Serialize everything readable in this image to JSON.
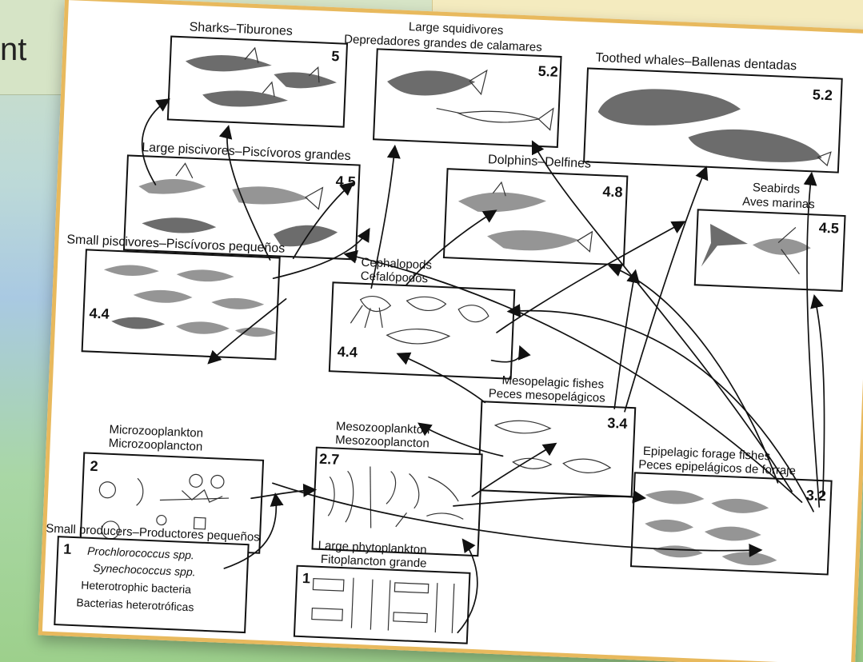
{
  "slide": {
    "title_fragment": "nt"
  },
  "food_web": {
    "nodes": {
      "sharks": {
        "title": "Sharks–Tiburones",
        "level": "5",
        "icon": "shark-illustration"
      },
      "large_squidivores": {
        "title_line_1": "Large squidivores",
        "title_line_2": "Depredadores grandes de calamares",
        "level": "5.2",
        "icon": "tuna-and-swordfish-illustration"
      },
      "toothed_whales": {
        "title": "Toothed whales–Ballenas dentadas",
        "level": "5.2",
        "icon": "whale-illustration"
      },
      "large_piscivores": {
        "title": "Large piscivores–Piscívoros grandes",
        "level": "4.5",
        "icon": "large-fish-illustration"
      },
      "dolphins": {
        "title": "Dolphins–Delfines",
        "level": "4.8",
        "icon": "dolphin-illustration"
      },
      "seabirds": {
        "title_line_1": "Seabirds",
        "title_line_2": "Aves marinas",
        "level": "4.5",
        "icon": "seabird-illustration"
      },
      "small_piscivores": {
        "title": "Small piscivores–Piscívoros pequeños",
        "level": "4.4",
        "icon": "small-fish-illustration"
      },
      "cephalopods": {
        "title_line_1": "Cephalopods",
        "title_line_2": "Cefalópodos",
        "level": "4.4",
        "icon": "cephalopod-illustration"
      },
      "mesopelagic_fishes": {
        "title_line_1": "Mesopelagic fishes",
        "title_line_2": "Peces mesopelágicos",
        "level": "3.4",
        "icon": "mesopelagic-fish-illustration"
      },
      "microzooplankton": {
        "title_line_1": "Microzooplankton",
        "title_line_2": "Microzooplancton",
        "level": "2",
        "icon": "microzooplankton-illustration"
      },
      "mesozooplankton": {
        "title_line_1": "Mesozooplankton",
        "title_line_2": "Mesozooplancton",
        "level": "2.7",
        "icon": "mesozooplankton-illustration"
      },
      "epipelagic_forage_fishes": {
        "title_line_1": "Epipelagic forage fishes",
        "title_line_2": "Peces epipelágicos de forraje",
        "level": "3.2",
        "icon": "forage-fish-illustration"
      },
      "small_producers": {
        "title": "Small producers–Productores pequeños",
        "level": "1",
        "line_1": "Prochlorococcus spp.",
        "line_2": "Synechococcus spp.",
        "line_3": "Heterotrophic bacteria",
        "line_4": "Bacterias heterotróficas",
        "icon": "producer-text-box"
      },
      "large_phytoplankton": {
        "title_line_1": "Large phytoplankton",
        "title_line_2": "Fitoplancton grande",
        "level": "1",
        "icon": "phytoplankton-illustration"
      }
    }
  },
  "colors": {
    "card_border": "#e8b95d",
    "title_panel": "#d6e4c6",
    "note_panel": "#f4ebbf",
    "stroke": "#111111"
  }
}
